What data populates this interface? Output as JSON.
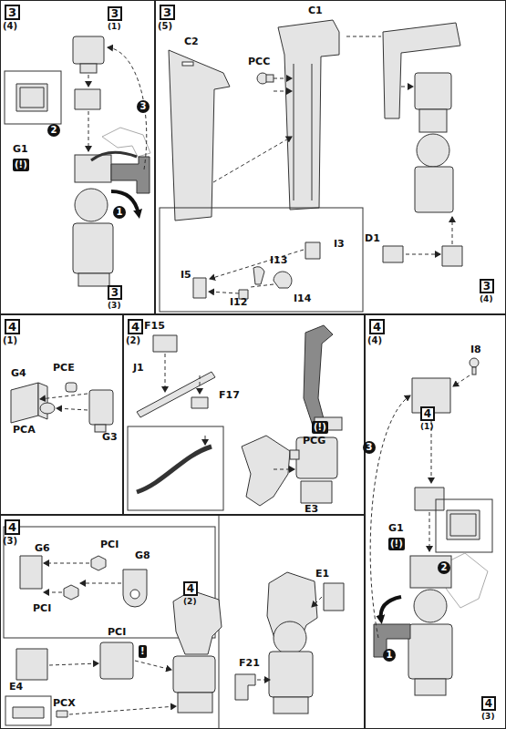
{
  "diagram": {
    "nodes": [
      {
        "text": [
          "3",
          "(4)"
        ]
      },
      {
        "text": [
          "3",
          "(1)"
        ],
        "in": 0
      },
      {
        "text": [
          "3",
          "(3)"
        ],
        "in": 0
      },
      {
        "text": [
          "3",
          "(5)"
        ]
      },
      {
        "text": [
          "3",
          "(4)"
        ],
        "in": 3
      },
      {
        "text": [
          "4",
          "(1)"
        ]
      },
      {
        "text": [
          "4",
          "(2)"
        ]
      },
      {
        "text": [
          "4",
          "(4)"
        ]
      },
      {
        "text": [
          "4",
          "(1)"
        ],
        "in": 7
      },
      {
        "text": [
          "4",
          "(3)"
        ],
        "in": 7
      },
      {
        "text": [
          "4",
          "(3)"
        ]
      },
      {
        "text": [
          "4",
          "(2)"
        ],
        "in": 10
      }
    ],
    "labels": [
      "G1",
      "(!)",
      "1",
      "2",
      "3",
      "C2",
      "C1",
      "PCC",
      "I5",
      "I3",
      "I13",
      "I14",
      "I12",
      "D1",
      "G4",
      "PCE",
      "PCA",
      "G3",
      "F15",
      "J1",
      "F17",
      "(!)",
      "PCG",
      "E3",
      "I8",
      "3",
      "G1",
      "(!)",
      "2",
      "1",
      "G6",
      "PCI",
      "G8",
      "PCI",
      "PCI",
      "!",
      "E4",
      "PCX",
      "E1",
      "F21"
    ]
  }
}
